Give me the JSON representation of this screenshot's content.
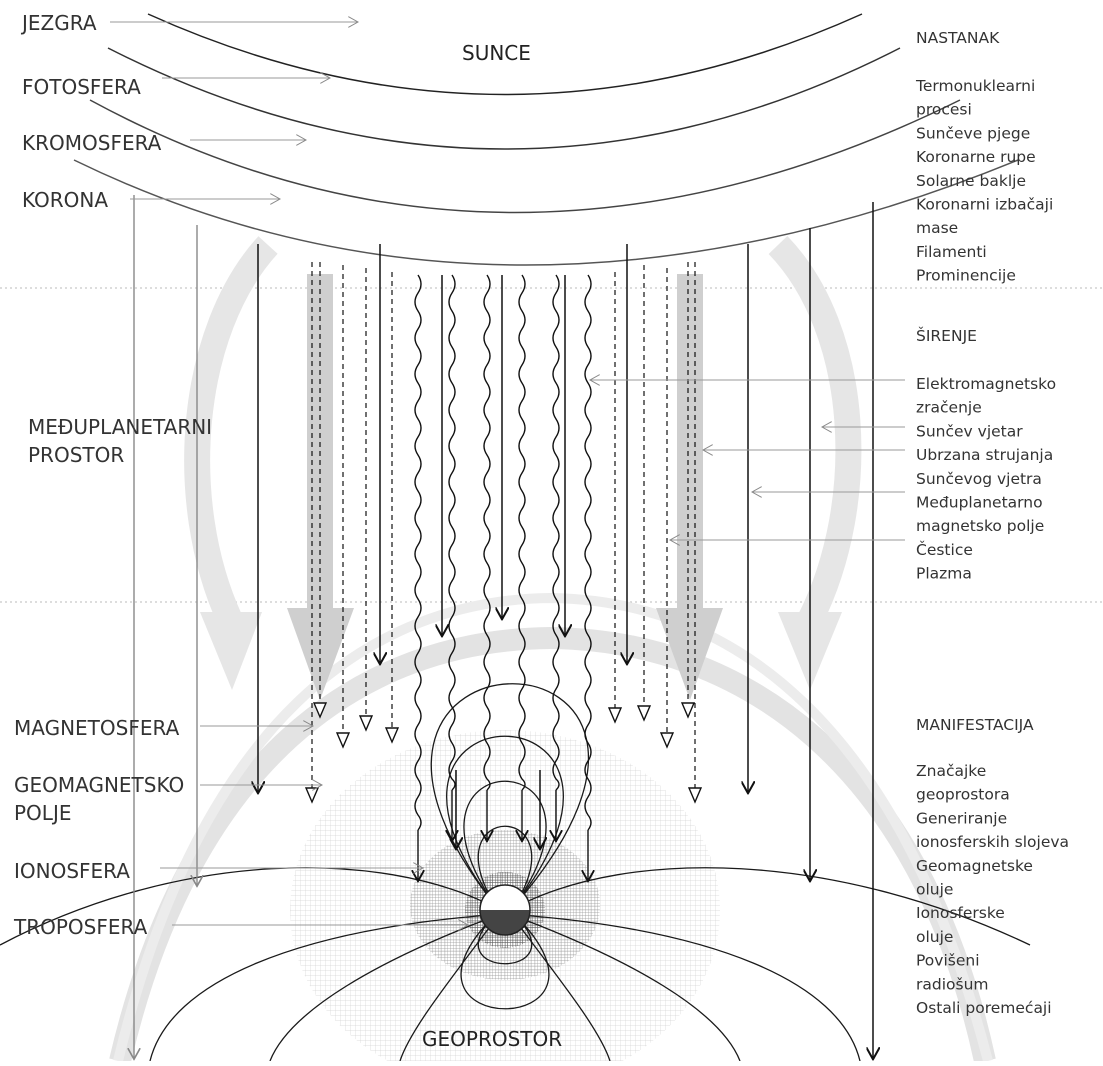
{
  "diagram": {
    "sun_label": "SUNCE",
    "earth_label": "GEOPROSTOR",
    "left_layers": [
      {
        "id": "jezgra",
        "label": "JEZGRA"
      },
      {
        "id": "fotosfera",
        "label": "FOTOSFERA"
      },
      {
        "id": "kromosfera",
        "label": "KROMOSFERA"
      },
      {
        "id": "korona",
        "label": "KORONA"
      }
    ],
    "interplanetary_label": [
      "MEĐUPLANETARNI",
      "PROSTOR"
    ],
    "earth_layers": [
      {
        "id": "magnetosfera",
        "lines": [
          "MAGNETOSFERA"
        ]
      },
      {
        "id": "geomagnetsko-polje",
        "lines": [
          "GEOMAGNETSKO",
          "POLJE"
        ]
      },
      {
        "id": "ionosfera",
        "lines": [
          "IONOSFERA"
        ]
      },
      {
        "id": "troposfera",
        "lines": [
          "TROPOSFERA"
        ]
      }
    ],
    "sections": [
      {
        "id": "nastanak",
        "heading": "NASTANAK",
        "items": [
          "Termonuklearni",
          "procesi",
          "Sunčeve pjege",
          "Koronarne rupe",
          "Solarne baklje",
          "Koronarni izbačaji",
          "mase",
          "Filamenti",
          "Prominencije"
        ]
      },
      {
        "id": "sirenje",
        "heading": "ŠIRENJE",
        "items": [
          "Elektromagnetsko",
          "zračenje",
          "Sunčev vjetar",
          "Ubrzana strujanja",
          "Sunčevog vjetra",
          "Međuplanetarno",
          "magnetsko polje",
          "Čestice",
          "Plazma"
        ]
      },
      {
        "id": "manifestacija",
        "heading": "MANIFESTACIJA",
        "items": [
          "Značajke",
          "geoprostora",
          "Generiranje",
          "ionosferskih slojeva",
          "Geomagnetske",
          "oluje",
          "Ionosferske",
          "oluje",
          "Povišeni",
          "radiošum",
          "Ostali poremećaji"
        ]
      }
    ]
  }
}
